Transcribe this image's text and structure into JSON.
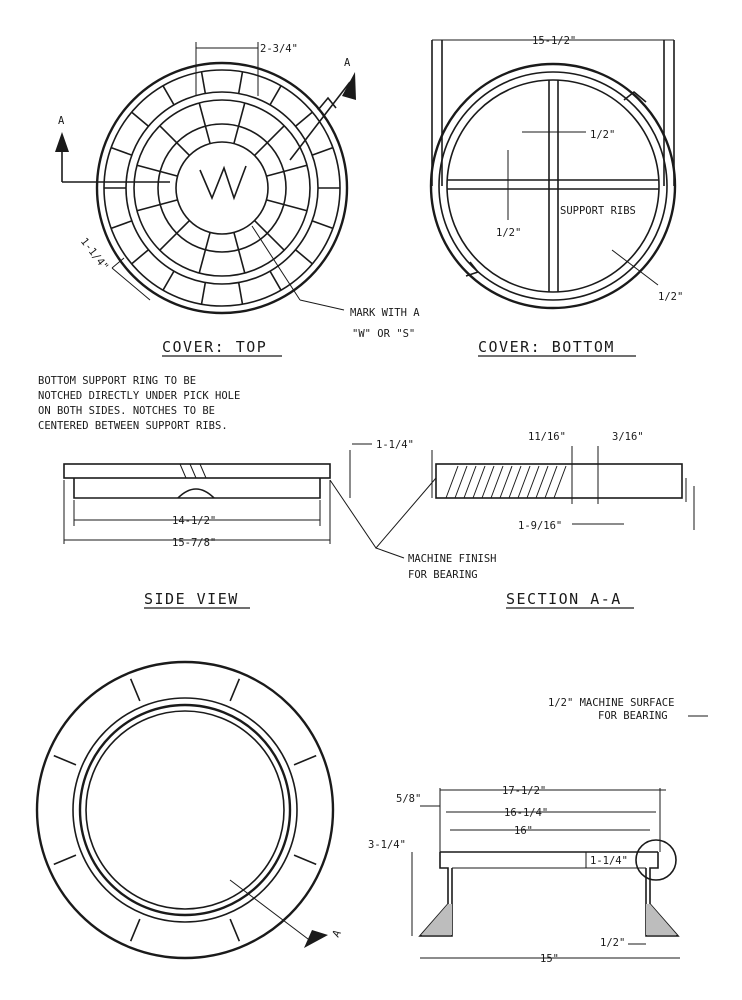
{
  "views": {
    "cover_top": {
      "title": "COVER: TOP",
      "dim_top": "2-3/4\"",
      "dim_notch": "1-1/4\"",
      "section_mark_left": "A",
      "section_mark_right": "A",
      "mark_note_line1": "MARK WITH A",
      "mark_note_line2": "\"W\" OR \"S\"",
      "center_letter": "W"
    },
    "cover_bottom": {
      "title": "COVER: BOTTOM",
      "dim_width": "15-1/2\"",
      "dim_rib_top": "1/2\"",
      "dim_rib_left": "1/2\"",
      "dim_rib_right": "1/2\"",
      "support_ribs_label": "SUPPORT RIBS"
    },
    "side_view": {
      "title": "SIDE VIEW",
      "note_line1": "BOTTOM SUPPORT RING TO BE",
      "note_line2": "NOTCHED DIRECTLY UNDER PICK HOLE",
      "note_line3": "ON BOTH SIDES. NOTCHES TO BE",
      "note_line4": "CENTERED BETWEEN SUPPORT RIBS.",
      "dim_inner": "14-1/2\"",
      "dim_outer": "15-7/8\""
    },
    "section_aa": {
      "title": "SECTION A-A",
      "dim_pick": "1-1/4\"",
      "dim_a": "11/16\"",
      "dim_b": "3/16\"",
      "dim_c": "1-9/16\"",
      "machine_note_line1": "MACHINE FINISH",
      "machine_note_line2": "FOR BEARING"
    },
    "frame": {
      "machine_note_line1": "1/2\" MACHINE SURFACE",
      "machine_note_line2": "FOR BEARING",
      "dim_outer": "17-1/2\"",
      "dim_mid": "16-1/4\"",
      "dim_inner": "16\"",
      "dim_base": "15\"",
      "dim_5_8": "5/8\"",
      "dim_height": "3-1/4\"",
      "dim_lip": "1-1/4\"",
      "dim_half": "1/2\"",
      "section_mark": "A"
    }
  }
}
